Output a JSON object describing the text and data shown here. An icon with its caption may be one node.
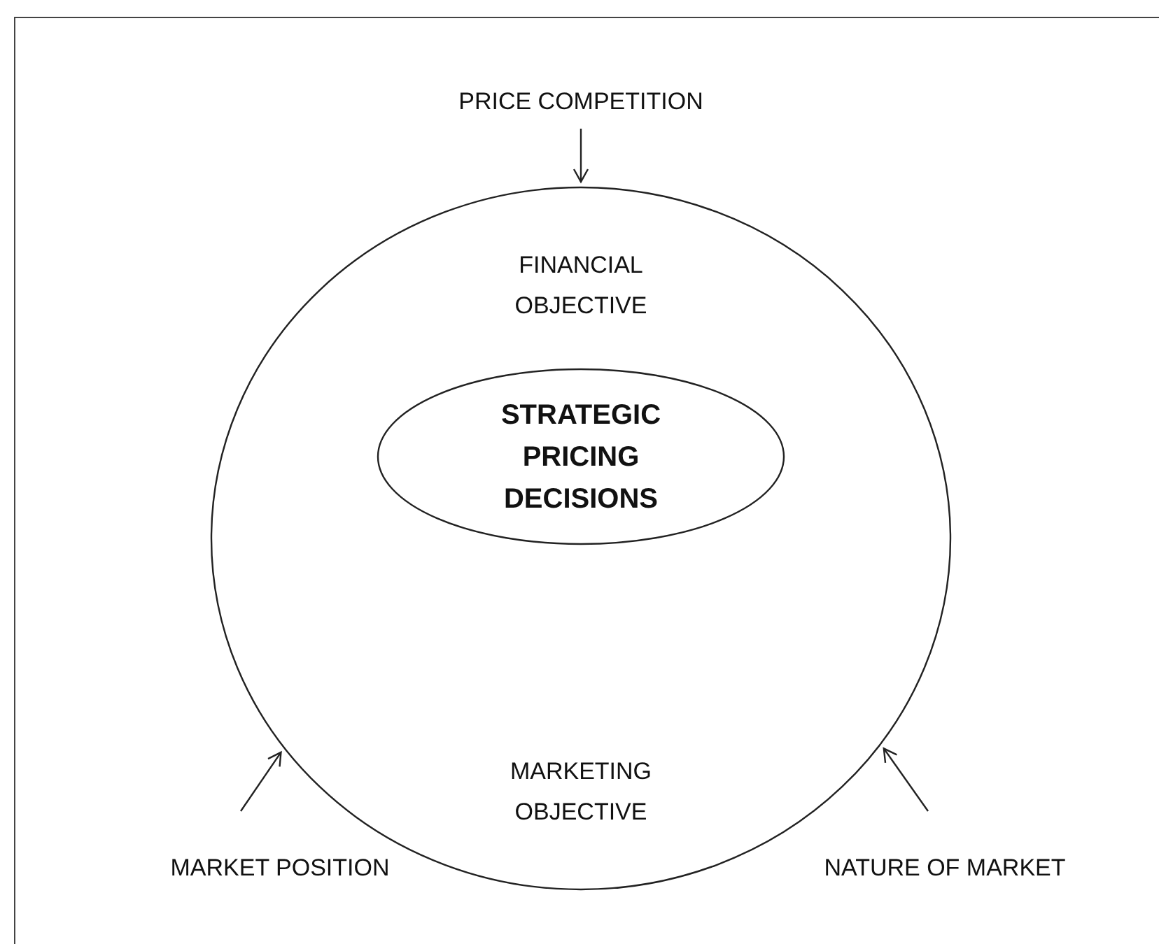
{
  "diagram": {
    "nodes": [
      {
        "text": [
          "FINANCIAL OBJECTIVE",
          "MARKETING OBJECTIVE"
        ]
      },
      {
        "text": [
          "STRATEGIC PRICING DECISIONS"
        ],
        "in": 0
      },
      {
        "text": [
          "PRICE COMPETITION"
        ]
      },
      {
        "text": [
          "MARKET POSITION"
        ]
      },
      {
        "text": [
          "NATURE OF MARKET"
        ]
      }
    ],
    "edges": [
      {
        "from": 2,
        "to": 0,
        "arrow": "to"
      },
      {
        "from": 3,
        "to": 0,
        "arrow": "to"
      },
      {
        "from": 4,
        "to": 0,
        "arrow": "to"
      }
    ]
  }
}
